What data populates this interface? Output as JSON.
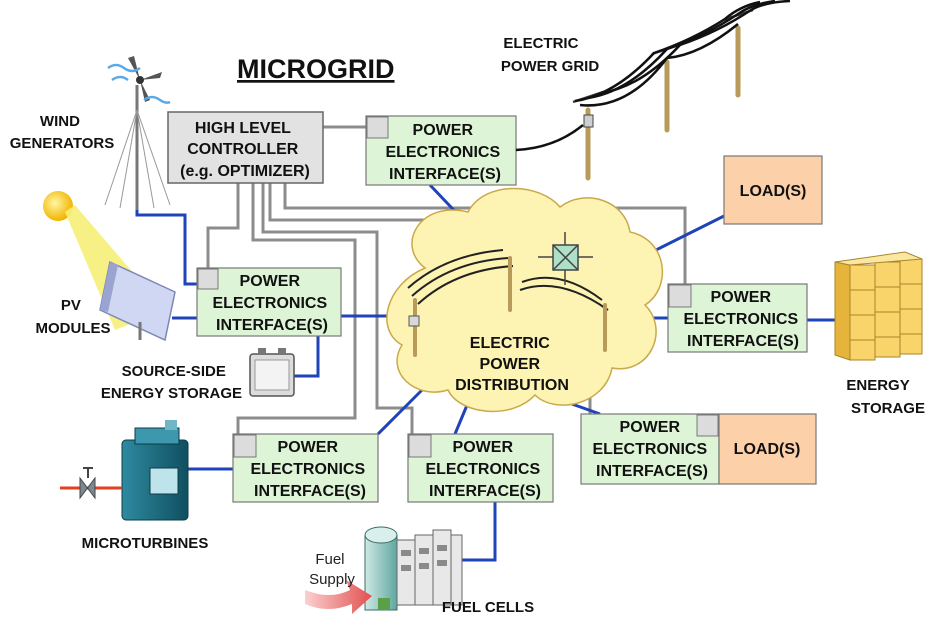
{
  "title": "MICROGRID",
  "controller": {
    "lines": [
      "HIGH LEVEL",
      "CONTROLLER",
      "(e.g. OPTIMIZER)"
    ]
  },
  "pei_lines": [
    "POWER",
    "ELECTRONICS",
    "INTERFACE(S)"
  ],
  "load_label": "LOAD(S)",
  "cloud_lines": [
    "ELECTRIC",
    "POWER",
    "DISTRIBUTION"
  ],
  "labels": {
    "grid": [
      "ELECTRIC",
      "POWER GRID"
    ],
    "wind": [
      "WIND",
      "GENERATORS"
    ],
    "pv": [
      "PV",
      "MODULES"
    ],
    "source_storage": [
      "SOURCE-SIDE",
      "ENERGY STORAGE"
    ],
    "energy_storage": [
      "ENERGY",
      "STORAGE"
    ],
    "microturbines": "MICROTURBINES",
    "fuel_cells": "FUEL CELLS",
    "fuel_supply": [
      "Fuel",
      "Supply"
    ]
  },
  "colors": {
    "interface_box": "#ddf5d6",
    "controller_box": "#e2e2e2",
    "load_box": "#fcd0a8",
    "cloud": "#fdf3b2",
    "power_line": "#1f43b8",
    "control_line": "#8c8c8c"
  }
}
